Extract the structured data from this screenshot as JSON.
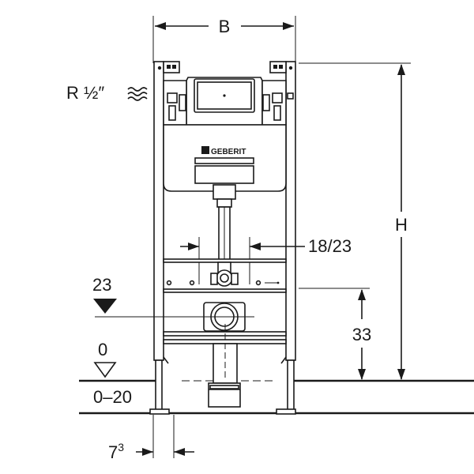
{
  "labels": {
    "width": "B",
    "height": "H",
    "connection": "R ½″",
    "pipe_spacing": "18/23",
    "level_23": "23",
    "level_0": "0",
    "floor_range": "0–20",
    "dim_33": "33",
    "dim_7_base": "7",
    "dim_7_sup": "3",
    "brand": "GEBERIT"
  }
}
